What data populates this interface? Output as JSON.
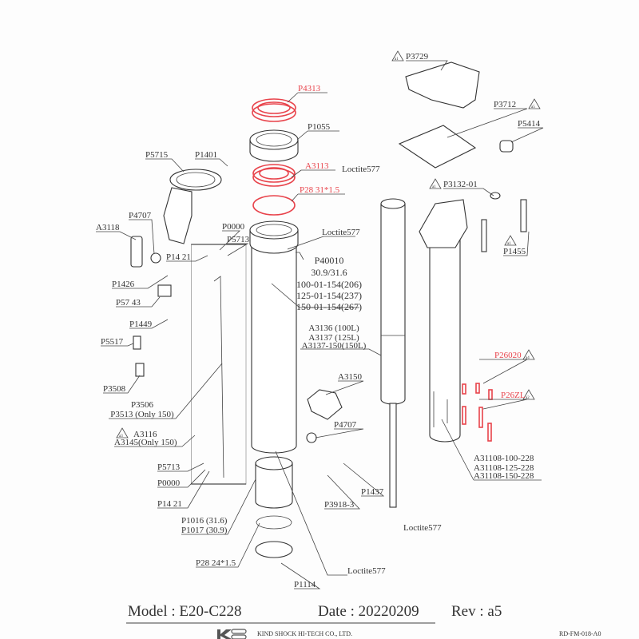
{
  "parts": {
    "p4313": "P4313",
    "p1055": "P1055",
    "p5715": "P5715",
    "p1401": "P1401",
    "a3113": "A3113",
    "loctite_top": "Loctite577",
    "p28_31": "P28 31*1.5",
    "loctite_mid": "Loctite577",
    "p4707_left": "P4707",
    "a3118": "A3118",
    "p0000_top": "P0000",
    "p5713_top": "P5713",
    "p1421_top": "P14 21",
    "p40010": [
      "P40010",
      "30.9/31.6",
      "100-01-154(206)",
      "125-01-154(237)",
      "150-01-154(267)"
    ],
    "p1426": "P1426",
    "p5743": "P57 43",
    "p1449": "P1449",
    "cartridge": [
      "A3136 (100L)",
      "A3137 (125L)",
      "A3137-150(150L)"
    ],
    "p5517": "P5517",
    "a3150": "A3150",
    "p3508": "P3508",
    "p3506": [
      "P3506",
      "P3513 (Only 150)"
    ],
    "a3116": [
      "A3116",
      "A3145(Only 150)"
    ],
    "p4707_right": "P4707",
    "p5713_bot": "P5713",
    "p0000_bot": "P0000",
    "p1421_bot": "P14 21",
    "p1437": "P1437",
    "p3918": "P3918-3",
    "p1016": [
      "P1016 (31.6)",
      "P1017 (30.9)"
    ],
    "loctite_bottom_right": "Loctite577",
    "p28_24": "P28 24*1.5",
    "loctite_bottom": "Loctite577",
    "p1114": "P1114",
    "p3729": "P3729",
    "p3712": "P3712",
    "p5414": "P5414",
    "p3132": "P3132-01",
    "p1455": "P1455",
    "p26020": "P26020",
    "p26zl": "P26ZL",
    "a31108": [
      "A31108-100-228",
      "A31108-125-228",
      "A31108-150-228"
    ]
  },
  "revision_marks": {
    "p3729": "a1",
    "p3712": "a5",
    "p3132": "a1",
    "p1455": "a1",
    "p26020": "a4",
    "p26zl": "a2",
    "a3116": "a3"
  },
  "footer": {
    "model": "Model : E20-C228",
    "date": "Date : 20220209",
    "rev": "Rev :  a5",
    "company": "KIND SHOCK HI-TECH CO., LTD.",
    "form_code": "RD-FM-018-A0",
    "logo": "KS"
  },
  "colors": {
    "highlight": "#e8434b",
    "ink": "#333333"
  }
}
